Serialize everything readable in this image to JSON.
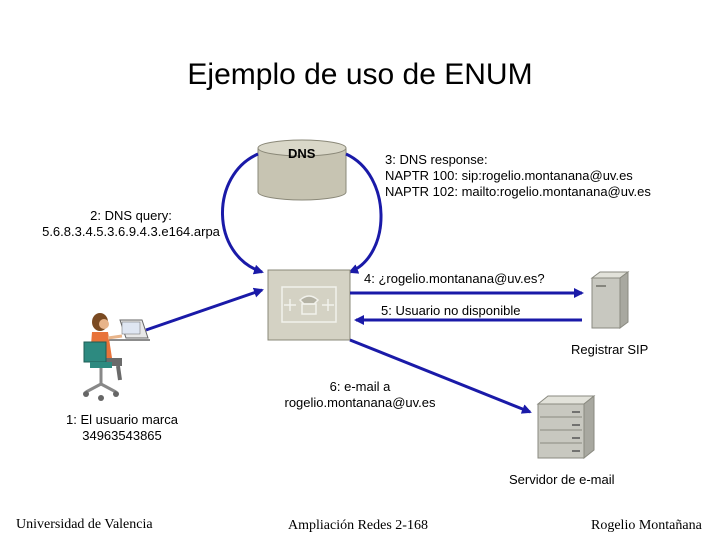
{
  "title": "Ejemplo de uso de ENUM",
  "dns_label": "DNS",
  "step1": [
    "1: El usuario marca",
    "34963543865"
  ],
  "step2": [
    "2: DNS query:",
    "5.6.8.3.4.5.3.6.9.4.3.e164.arpa"
  ],
  "step3": [
    "3: DNS response:",
    "NAPTR 100: sip:rogelio.montanana@uv.es",
    "NAPTR 102: mailto:rogelio.montanana@uv.es"
  ],
  "step4": "4: ¿rogelio.montanana@uv.es?",
  "step5": "5: Usuario no disponible",
  "step6": [
    "6: e-mail a",
    "rogelio.montanana@uv.es"
  ],
  "registrar_label": "Registrar SIP",
  "mail_server_label": "Servidor de e-mail",
  "footer": {
    "left": "Universidad de Valencia",
    "center": "Ampliación Redes 2-168",
    "right": "Rogelio Montañana"
  },
  "colors": {
    "arrow": "#1a1aa8",
    "dns_db": "#c7c4b2",
    "switch": "#d4d2c4",
    "server": "#c8c8c0"
  }
}
